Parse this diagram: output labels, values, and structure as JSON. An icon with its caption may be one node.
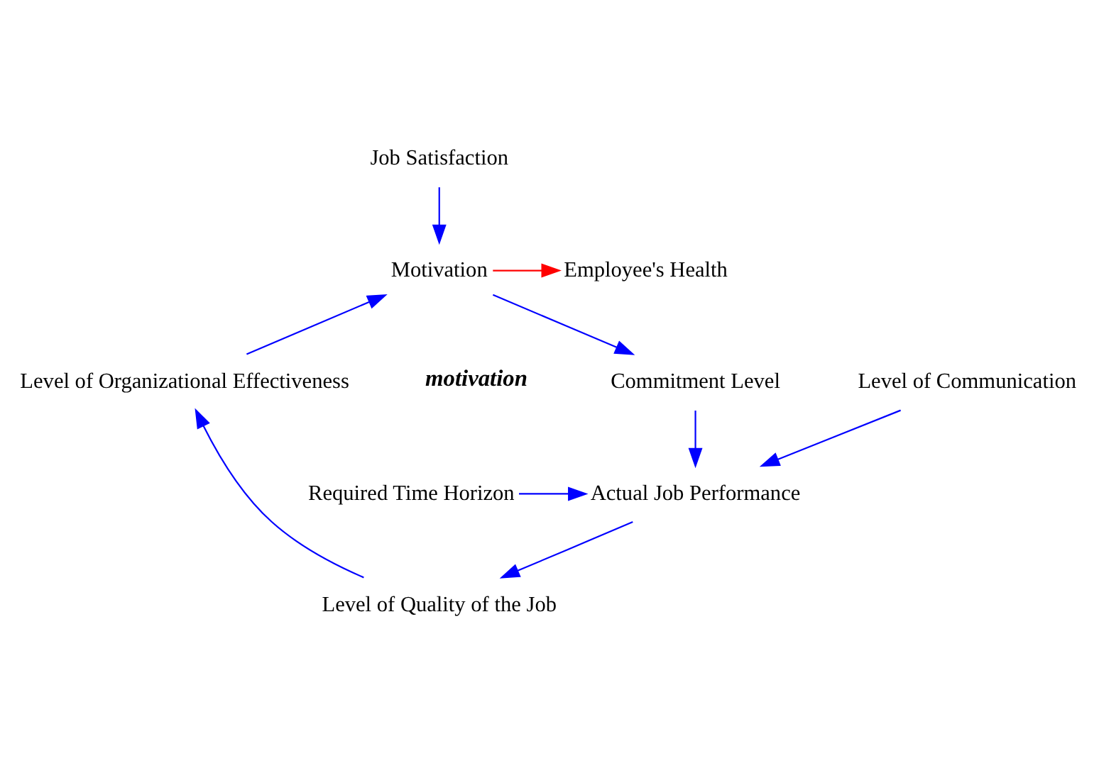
{
  "diagram": {
    "nodes": [
      {
        "text": [
          "Job Satisfaction"
        ]
      },
      {
        "text": [
          "Motivation"
        ]
      },
      {
        "text": [
          "Employee's Health"
        ]
      },
      {
        "text": [
          "Level of Organizational Effectiveness"
        ]
      },
      {
        "text": [
          "Commitment Level"
        ]
      },
      {
        "text": [
          "Level of Quality of the Job"
        ]
      },
      {
        "text": [
          "Level of Communication"
        ]
      },
      {
        "text": [
          "Actual Job Performance"
        ]
      },
      {
        "text": [
          "Required Time Horizon"
        ]
      }
    ],
    "edges": [
      {
        "from": 0,
        "to": 1,
        "arrow": "to"
      },
      {
        "from": 1,
        "to": 2,
        "arrow": "to",
        "color": "#ff0000"
      },
      {
        "from": 1,
        "to": 4,
        "arrow": "to"
      },
      {
        "from": 4,
        "to": 7,
        "arrow": "to"
      },
      {
        "from": 6,
        "to": 7,
        "arrow": "to"
      },
      {
        "from": 8,
        "to": 7,
        "arrow": "to"
      },
      {
        "from": 7,
        "to": 5,
        "arrow": "to"
      },
      {
        "from": 5,
        "to": 3,
        "arrow": "to"
      },
      {
        "from": 3,
        "to": 1,
        "arrow": "to"
      }
    ],
    "labels": [
      "motivation"
    ]
  }
}
